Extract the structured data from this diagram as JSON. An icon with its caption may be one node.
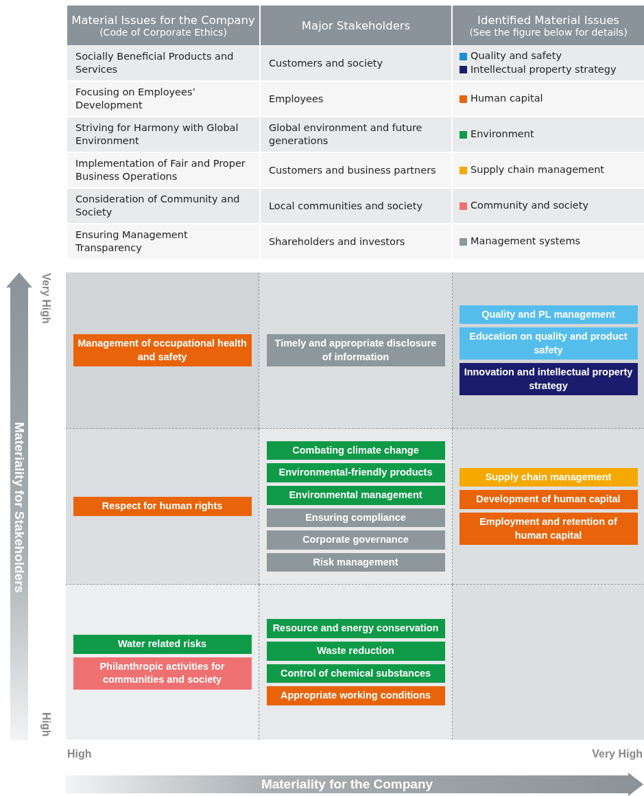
{
  "diagram": {
    "nodes": [
      {
        "text": [],
        "shape": "box"
      },
      {
        "text": [
          "Management of occupational health and safety"
        ],
        "in": 0
      },
      {
        "text": [],
        "shape": "box"
      },
      {
        "text": [
          "Timely and appropriate disclosure of information"
        ],
        "in": 2
      },
      {
        "text": [],
        "shape": "box"
      },
      {
        "text": [
          "Quality and PL management"
        ],
        "in": 4
      },
      {
        "text": [
          "Education on quality and product safety"
        ],
        "in": 4
      },
      {
        "text": [
          "Innovation and intellectual property strategy"
        ],
        "in": 4
      },
      {
        "text": [],
        "shape": "box"
      },
      {
        "text": [
          "Respect for human rights"
        ],
        "in": 8
      },
      {
        "text": [],
        "shape": "box"
      },
      {
        "text": [
          "Combating climate change"
        ],
        "in": 10
      },
      {
        "text": [
          "Environmental-friendly products"
        ],
        "in": 10
      },
      {
        "text": [
          "Environmental management"
        ],
        "in": 10
      },
      {
        "text": [
          "Ensuring compliance"
        ],
        "in": 10
      },
      {
        "text": [
          "Corporate governance"
        ],
        "in": 10
      },
      {
        "text": [
          "Risk management"
        ],
        "in": 10
      },
      {
        "text": [],
        "shape": "box"
      },
      {
        "text": [
          "Supply chain management"
        ],
        "in": 17
      },
      {
        "text": [
          "Development of human capital"
        ],
        "in": 17
      },
      {
        "text": [
          "Employment and retention of human capital"
        ],
        "in": 17
      },
      {
        "text": [],
        "shape": "box"
      },
      {
        "text": [
          "Water related risks"
        ],
        "in": 21
      },
      {
        "text": [
          "Philanthropic activities for communities and society"
        ],
        "in": 21
      },
      {
        "text": [],
        "shape": "box"
      },
      {
        "text": [
          "Resource and energy conservation"
        ],
        "in": 24
      },
      {
        "text": [
          "Waste reduction"
        ],
        "in": 24
      },
      {
        "text": [
          "Control of chemical substances"
        ],
        "in": 24
      },
      {
        "text": [
          "Appropriate working conditions"
        ],
        "in": 24
      },
      {
        "text": [],
        "shape": "box"
      }
    ],
    "labels": [
      "Material Issues for the Company",
      "(Code of Corporate Ethics)",
      "Major Stakeholders",
      "Identified Material Issues",
      "(See the figure below for details)",
      "Socially Beneficial Products and Services",
      "Customers and society",
      "Focusing on Employees’ Development",
      "Employees",
      "Striving for Harmony with Global Environment",
      "Global environment and future generations",
      "Implementation of Fair and Proper Business Operations",
      "Customers and business partners",
      "Consideration of Community and Society",
      "Local communities and society",
      "Ensuring Management Transparency",
      "Shareholders and investors",
      "Very High",
      "High",
      "Materiality for Stakeholders",
      "High",
      "Very High",
      "Materiality for the Company"
    ],
    "legend": [
      {
        "text": "Quality and safety",
        "color": "#1b8fd6"
      },
      {
        "text": "Intellectual property strategy",
        "color": "#1c1c6e"
      },
      {
        "text": "Human capital",
        "color": "#e8630a"
      },
      {
        "text": "Environment",
        "color": "#0f9a48"
      },
      {
        "text": "Supply chain management",
        "color": "#f5a800"
      },
      {
        "text": "Community and society",
        "color": "#ef7070"
      },
      {
        "text": "Management systems",
        "color": "#8e979c"
      }
    ]
  }
}
